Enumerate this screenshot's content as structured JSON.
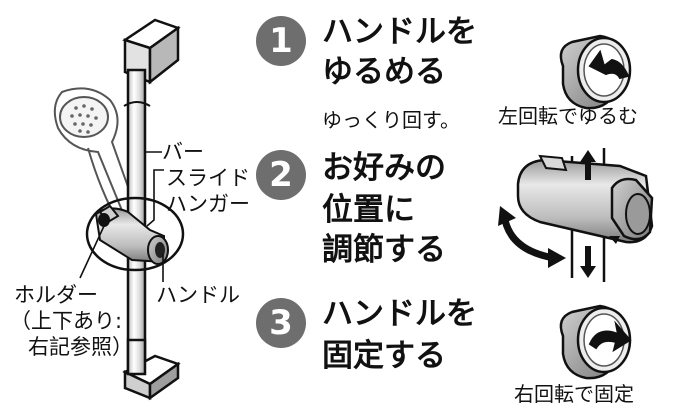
{
  "figure": {
    "labels": {
      "bar": "バー",
      "slide_hanger_line1": "スライド",
      "slide_hanger_line2": "ハンガー",
      "holder_line1": "ホルダー",
      "holder_line2": "（上下あり:",
      "holder_line3": "右記参照）",
      "handle": "ハンドル"
    }
  },
  "steps": [
    {
      "number": "1",
      "title_line1": "ハンドルを",
      "title_line2": "ゆるめる",
      "subtext": "ゆっくり回す。",
      "caption": "左回転でゆるむ"
    },
    {
      "number": "2",
      "title_line1": "お好みの",
      "title_line2": "位置に",
      "title_line3": "調節する"
    },
    {
      "number": "3",
      "title_line1": "ハンドルを",
      "title_line2": "固定する",
      "caption": "右回転で固定"
    }
  ],
  "colors": {
    "badge": "#6e6e6e",
    "metal_light": "#d9d9d9",
    "metal_dark": "#8a8a8a",
    "outline": "#111111"
  }
}
